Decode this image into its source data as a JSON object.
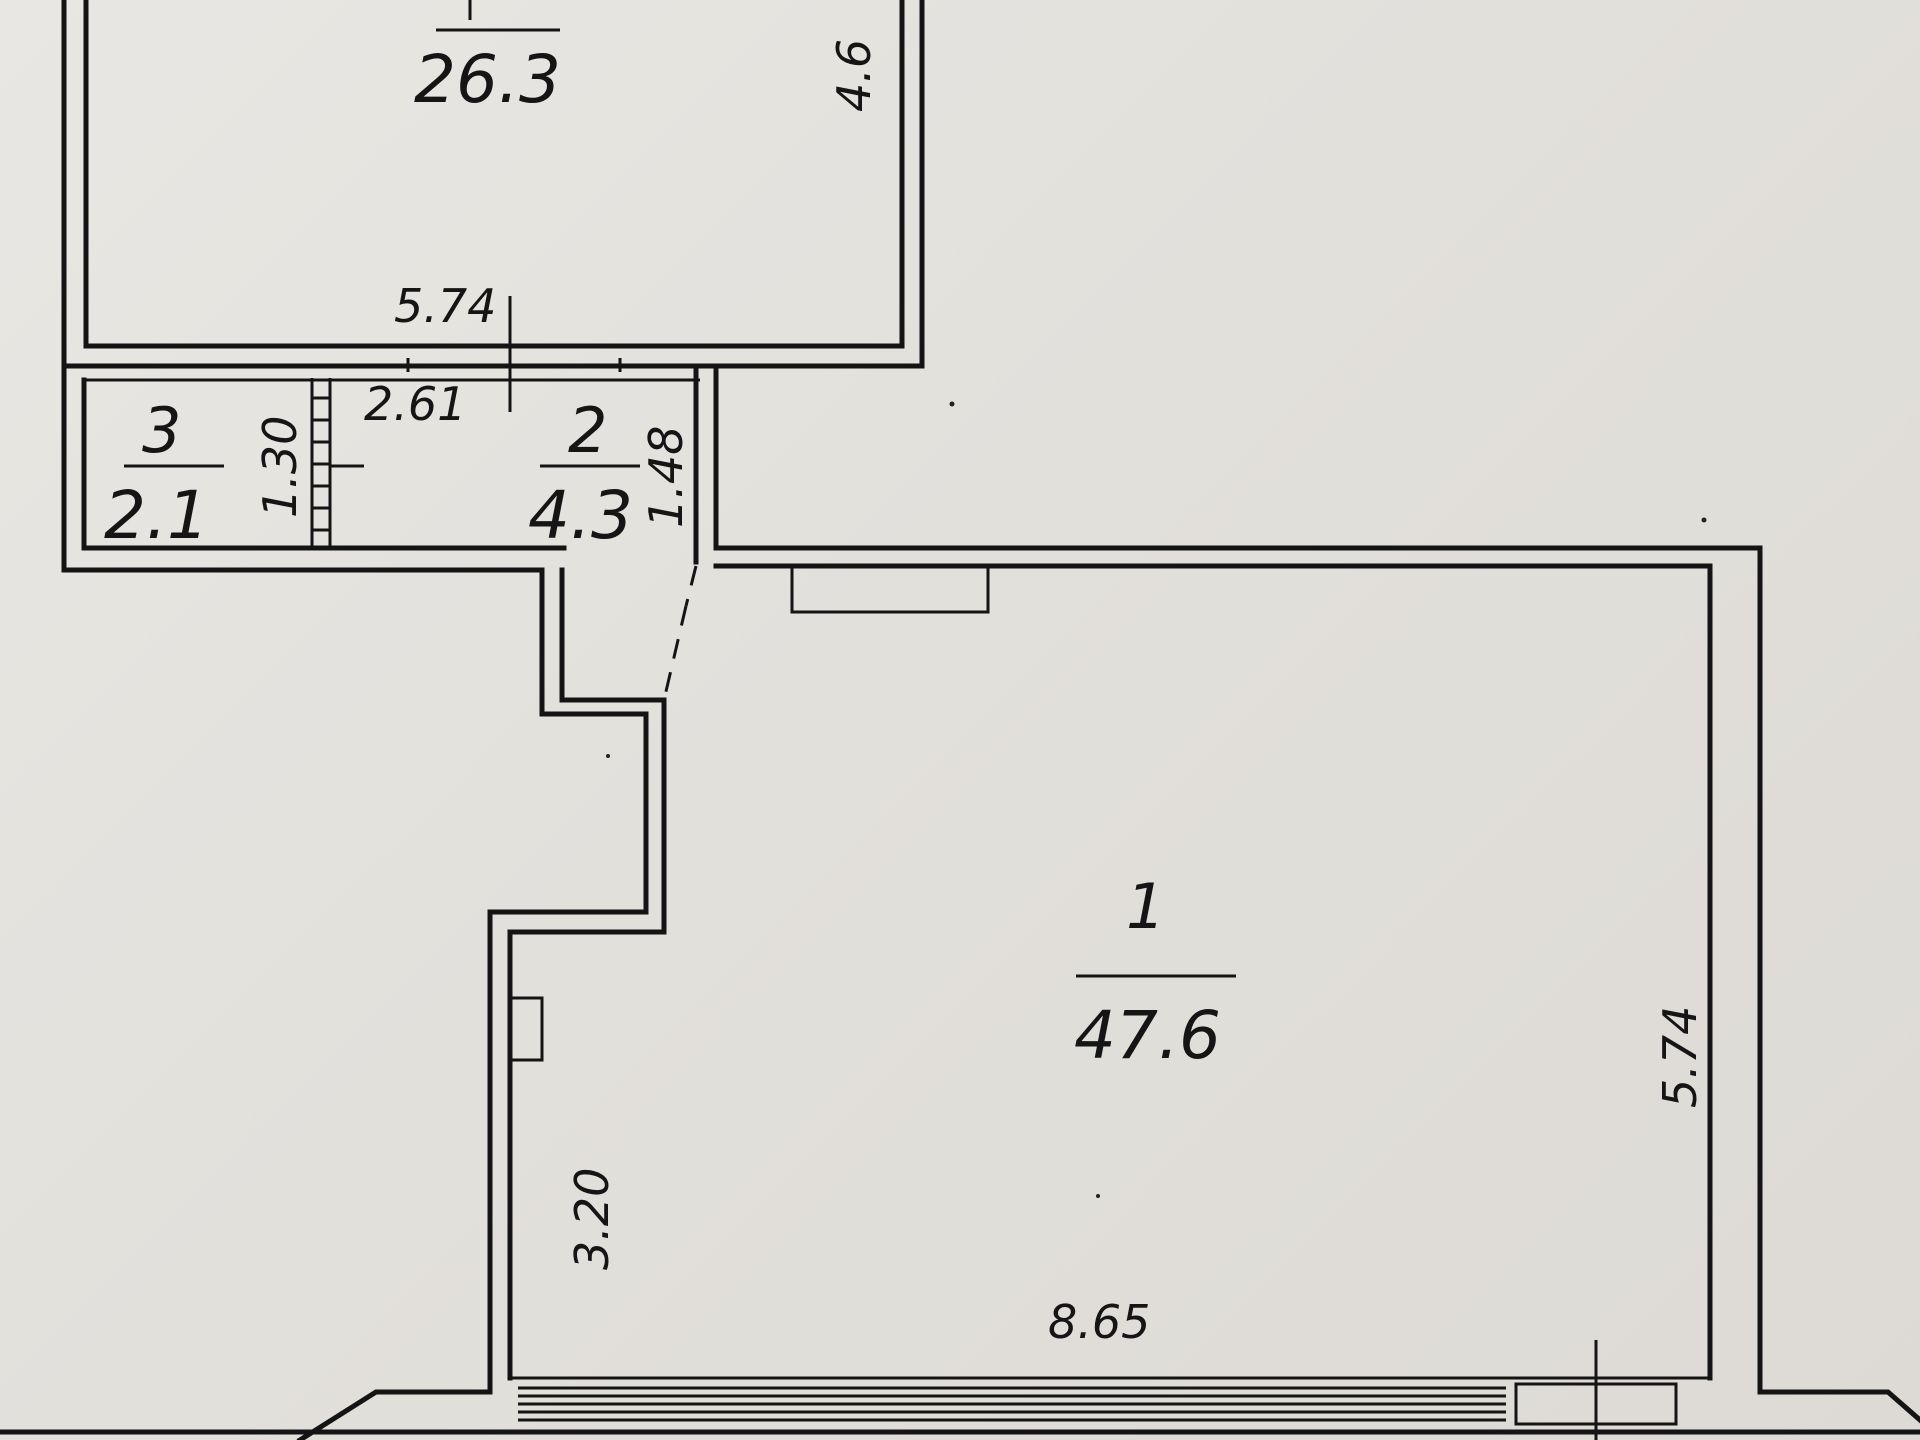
{
  "rooms": [
    {
      "number": "",
      "area": "26.3"
    },
    {
      "number": "1",
      "area": "47.6"
    },
    {
      "number": "2",
      "area": "4.3"
    },
    {
      "number": "3",
      "area": "2.1"
    }
  ],
  "dimensions": {
    "room_top_right_height": "4.6",
    "room_top_width": "5.74",
    "room2_width": "2.61",
    "room2_depth": "1.48",
    "room3_depth": "1.30",
    "room1_left_wall": "3.20",
    "room1_right_wall": "5.74",
    "room1_bottom_width": "8.65"
  },
  "colors": {
    "paper": "#e5e3df",
    "ink": "#141414"
  }
}
